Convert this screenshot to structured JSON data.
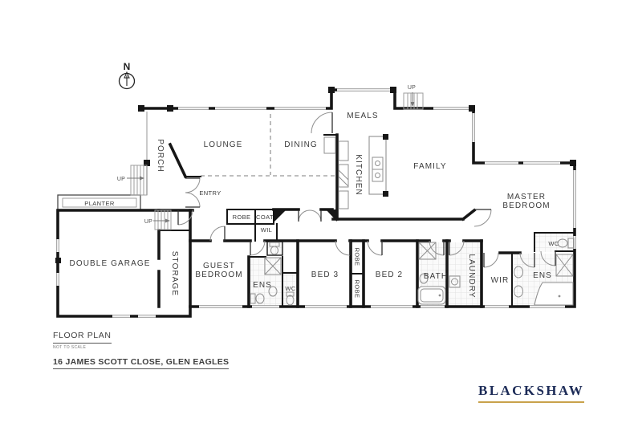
{
  "plan": {
    "compass": {
      "north": "N"
    },
    "labels": {
      "porch": "PORCH",
      "lounge": "LOUNGE",
      "dining": "DINING",
      "entry": "ENTRY",
      "meals": "MEALS",
      "kitchen": "KITCHEN",
      "family": "FAMILY",
      "master_line1": "MASTER",
      "master_line2": "BEDROOM",
      "planter": "PLANTER",
      "garage": "DOUBLE GARAGE",
      "storage": "STORAGE",
      "guest_line1": "GUEST",
      "guest_line2": "BEDROOM",
      "ens_guest": "ENS",
      "wc_guest": "WC",
      "bed3": "BED 3",
      "bed2": "BED 2",
      "bath": "BATH",
      "laundry": "LAUNDRY",
      "wir": "WIR",
      "ens_master": "ENS",
      "wc_master": "WC",
      "robe_hall": "ROBE",
      "coat": "COAT",
      "wil": "WIL",
      "robe_upper": "ROBE",
      "robe_lower": "ROBE",
      "up": "UP"
    },
    "colors": {
      "wall": "#161616",
      "window": "#b8b8b8",
      "tile_line": "#dddddd"
    }
  },
  "footer": {
    "title": "FLOOR PLAN",
    "scale_note": "NOT TO SCALE",
    "address": "16 JAMES SCOTT CLOSE, GLEN EAGLES"
  },
  "brand": {
    "name": "BLACKSHAW",
    "text_color": "#1c2b57",
    "underline_color": "#c9a24b"
  }
}
